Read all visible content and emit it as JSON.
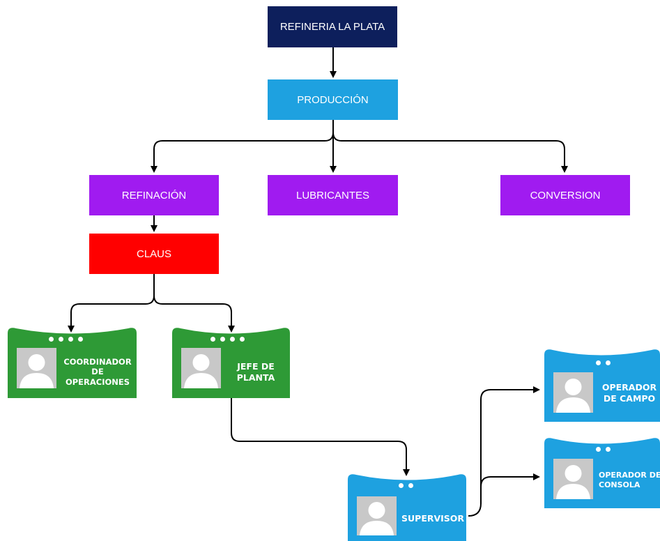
{
  "nodes": {
    "root": "REFINERIA LA PLATA",
    "produccion": "PRODUCCIÓN",
    "refinacion": "REFINACIÓN",
    "lubricantes": "LUBRICANTES",
    "conversion": "CONVERSION",
    "claus": "CLAUS"
  },
  "cards": {
    "coordinador": "COORDINADOR\nDE\nOPERACIONES",
    "jefe": "JEFE DE\nPLANTA",
    "supervisor": "SUPERVISOR",
    "operador_campo": "OPERADOR\nDE CAMPO",
    "operador_consola": "OPERADOR DE\nCONSOLA"
  },
  "colors": {
    "root": "#0d1f5c",
    "produccion": "#1ea1e0",
    "area": "#a01bf0",
    "claus": "#ff0000",
    "card_green": "#2e9a36",
    "card_blue": "#1ea1e0",
    "avatar_bg": "#c8c8c8"
  },
  "icons": {
    "avatar": "person-silhouette-icon"
  }
}
